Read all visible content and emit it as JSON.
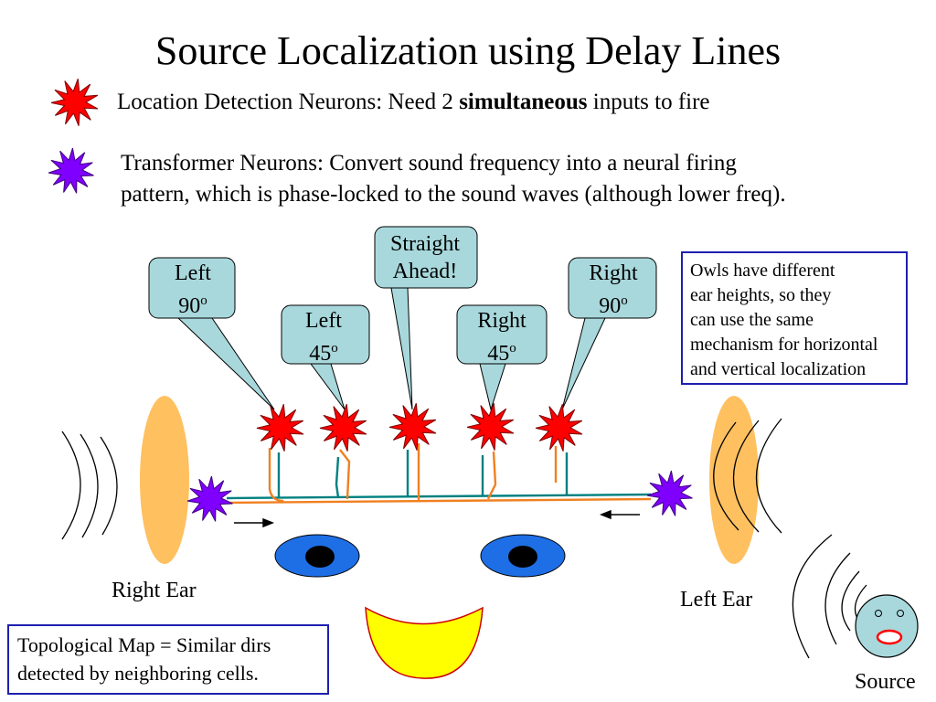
{
  "title": "Source Localization using Delay Lines",
  "legend": {
    "location_prefix": "Location Detection Neurons: Need 2 ",
    "location_bold": "simultaneous",
    "location_suffix": " inputs to fire",
    "transformer_line1": "Transformer Neurons: Convert sound frequency into a neural firing",
    "transformer_line2": "pattern, which is phase-locked to the sound waves (although lower freq)."
  },
  "callouts": [
    {
      "line1": "Left",
      "line2": "90",
      "sup": "o"
    },
    {
      "line1": "Left",
      "line2": "45",
      "sup": "o"
    },
    {
      "line1": "Straight",
      "line2": "Ahead!",
      "sup": ""
    },
    {
      "line1": "Right",
      "line2": "45",
      "sup": "o"
    },
    {
      "line1": "Right",
      "line2": "90",
      "sup": "o"
    }
  ],
  "note": [
    "Owls have different",
    "ear heights, so they",
    "can use the same",
    "mechanism for horizontal",
    "and vertical localization"
  ],
  "topological": [
    "Topological Map = Similar dirs",
    "detected by neighboring cells."
  ],
  "labels": {
    "right_ear": "Right Ear",
    "left_ear": "Left Ear",
    "source": "Source"
  },
  "colors": {
    "location_neuron": "#ff0000",
    "transformer_neuron": "#8000ff",
    "ear": "#ffc060",
    "callout_fill": "#a8d8dc",
    "teal_line": "#008080",
    "orange_line": "#f08020",
    "eye": "#1e6fe6",
    "mouth": "#ffff00",
    "box_border": "#1f1fb0",
    "source_face": "#a8d8dc"
  }
}
